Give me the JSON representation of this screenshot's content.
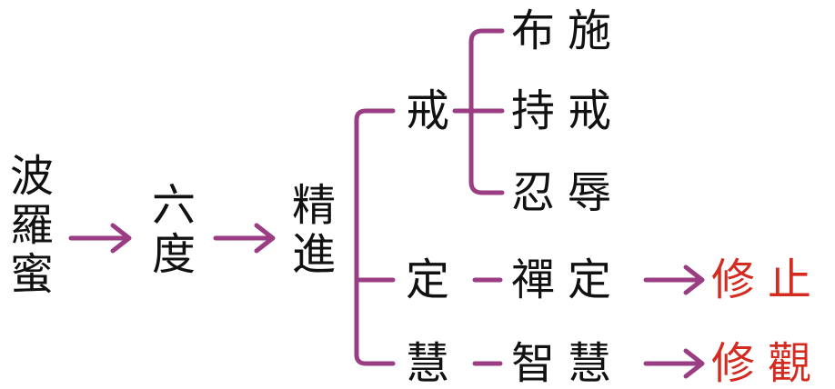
{
  "colors": {
    "connector": "#9b3d83",
    "text": "#111111",
    "highlight": "#d42a20"
  },
  "nodes": {
    "paramita": "波羅蜜",
    "six_perfections": "六度",
    "diligence": "精進",
    "precept": "戒",
    "concentration": "定",
    "wisdom": "慧",
    "giving": "布施",
    "keeping_precepts": "持戒",
    "patience": "忍辱",
    "dhyana": "禪定",
    "prajna": "智慧",
    "cultivate_cessation": "修止",
    "cultivate_insight": "修觀"
  }
}
